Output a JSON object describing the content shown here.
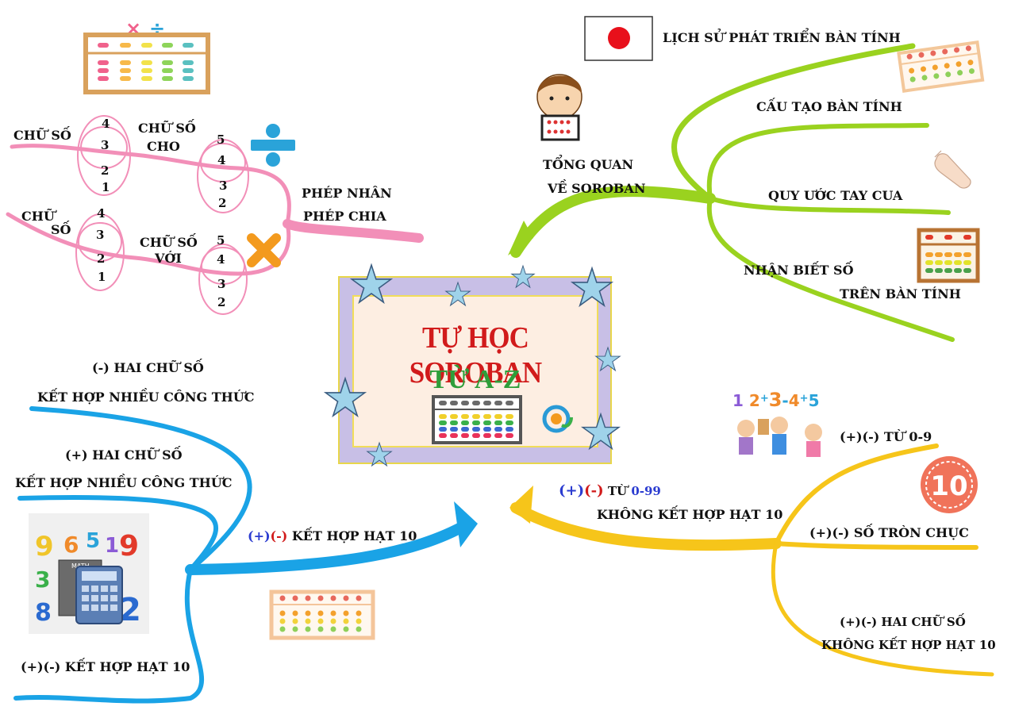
{
  "center": {
    "title": "TỰ HỌC SOROBAN",
    "subtitle": "TỪ A-Z"
  },
  "branches": {
    "overview": {
      "label_line1": "TỔNG QUAN",
      "label_line2": "VỀ SOROBAN",
      "items": [
        "LỊCH SỬ PHÁT TRIỂN BÀN TÍNH",
        "CẤU TẠO BÀN TÍNH",
        "QUY ƯỚC TAY CUA",
        "NHẬN BIẾT SỐ",
        "TRÊN BÀN TÍNH"
      ]
    },
    "multiply_divide": {
      "label_line1": "PHÉP NHÂN",
      "label_line2": "PHÉP CHIA",
      "divide_row": {
        "left": "CHỮ SỐ",
        "mid_line1": "CHỮ SỐ",
        "mid_line2": "CHO",
        "digits_a": [
          "4",
          "3",
          "2",
          "1"
        ],
        "digits_b": [
          "5",
          "4",
          "3",
          "2"
        ]
      },
      "multiply_row": {
        "left_line1": "CHỮ",
        "left_line2": "SỐ",
        "mid_line1": "CHỮ SỐ",
        "mid_line2": "VỚI",
        "digits_a": [
          "4",
          "3",
          "2",
          "1"
        ],
        "digits_b": [
          "5",
          "4",
          "3",
          "2"
        ]
      }
    },
    "combine10": {
      "label_prefix_plus": "(+)",
      "label_prefix_minus": "(-)",
      "label": " KẾT HỢP HẠT 10",
      "items": [
        "(-) HAI CHỮ SỐ",
        "KẾT HỢP NHIỀU CÔNG THỨC",
        "(+) HAI CHỮ SỐ",
        "KẾT HỢP NHIỀU CÔNG THỨC",
        "(+)(-) KẾT HỢP HẠT 10"
      ]
    },
    "no_combine10": {
      "label_plus": "(+)",
      "label_minus": "(-)",
      "label_from": " TỪ ",
      "label_range": "0-99",
      "label_line2": "KHÔNG KẾT HỢP HẠT 10",
      "items": [
        "(+)(-) TỪ 0-9",
        "(+)(-) SỐ TRÒN CHỤC",
        "(+)(-) HAI CHỮ SỐ",
        "KHÔNG KẾT HỢP HẠT 10"
      ]
    }
  },
  "decor": {
    "badge_ten": "10",
    "numbers_strip": "1 2 + 3 - 4 + 5",
    "math_board": "MATH",
    "number_glyphs": [
      "9",
      "6",
      "5",
      "1",
      "9",
      "3",
      "8",
      "2"
    ]
  },
  "colors": {
    "green_branch": "#9ad21f",
    "pink_branch": "#f28fb8",
    "blue_branch": "#1aa3e6",
    "yellow_branch": "#f6c51a",
    "title_red": "#d11b1b",
    "title_green": "#2e9e3a",
    "star": "#9fd3ea",
    "frame_purple": "#c8bfe6"
  }
}
